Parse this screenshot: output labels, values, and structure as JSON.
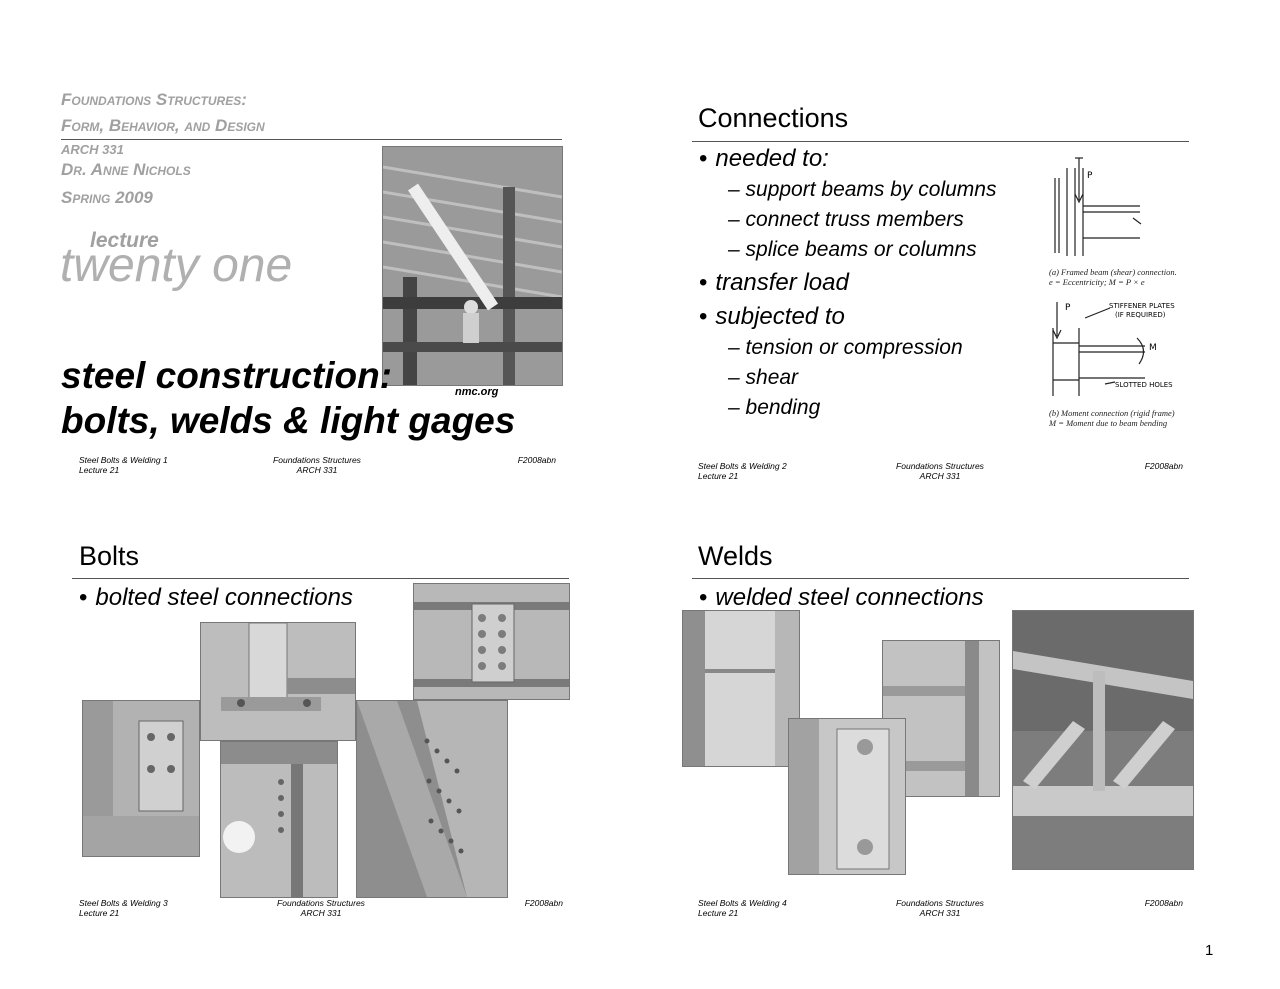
{
  "slide1": {
    "course_line1": "Foundations Structures:",
    "course_line2": "Form, Behavior, and Design",
    "course_code": "ARCH 331",
    "instructor": "Dr. Anne Nichols",
    "term": "Spring 2009",
    "lecture_word": "lecture",
    "lecture_number": "twenty one",
    "title_line1": "steel construction:",
    "title_line2": "bolts, welds & light gages",
    "photo_credit": "nmc.org",
    "footer": {
      "left1": "Steel Bolts & Welding 1",
      "left2": "Lecture 21",
      "center1": "Foundations Structures",
      "center2": "ARCH 331",
      "right": "F2008abn"
    }
  },
  "slide2": {
    "title": "Connections",
    "bullets": [
      {
        "text": "needed to:",
        "subs": [
          "– support beams by columns",
          "– connect truss members",
          "– splice beams or columns"
        ]
      },
      {
        "text": "transfer load",
        "subs": []
      },
      {
        "text": "subjected to",
        "subs": [
          "– tension or compression",
          "– shear",
          "– bending"
        ]
      }
    ],
    "diagram_a_caption1": "(a) Framed beam (shear) connection.",
    "diagram_a_caption2": "e = Eccentricity; M = P × e",
    "diagram_b_caption1": "(b) Moment connection (rigid frame)",
    "diagram_b_caption2": "M = Moment due to beam bending",
    "diagram_labels": {
      "p": "P",
      "m": "M",
      "stiffener": "STIFFENER PLATES",
      "stiffener2": "(IF REQUIRED)",
      "slotted": "SLOTTED HOLES"
    },
    "footer": {
      "left1": "Steel Bolts & Welding 2",
      "left2": "Lecture 21",
      "center1": "Foundations Structures",
      "center2": "ARCH 331",
      "right": "F2008abn"
    }
  },
  "slide3": {
    "title": "Bolts",
    "bullet": "bolted steel connections",
    "footer": {
      "left1": "Steel Bolts & Welding 3",
      "left2": "Lecture 21",
      "center1": "Foundations Structures",
      "center2": "ARCH 331",
      "right": "F2008abn"
    }
  },
  "slide4": {
    "title": "Welds",
    "bullet": "welded steel connections",
    "footer": {
      "left1": "Steel Bolts & Welding 4",
      "left2": "Lecture 21",
      "center1": "Foundations Structures",
      "center2": "ARCH 331",
      "right": "F2008abn"
    }
  },
  "page_number": "1"
}
